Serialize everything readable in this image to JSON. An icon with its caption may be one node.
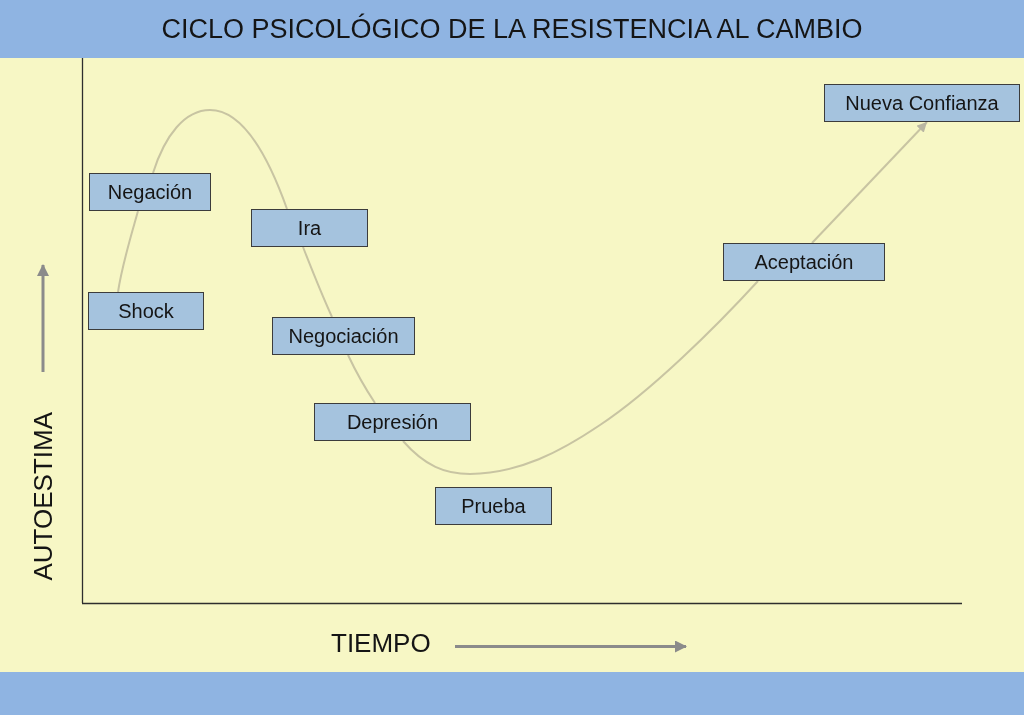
{
  "diagram": {
    "title": "CICLO PSICOLÓGICO DE LA RESISTENCIA AL CAMBIO",
    "nodes": [
      {
        "text": [
          "Shock"
        ]
      },
      {
        "text": [
          "Negación"
        ]
      },
      {
        "text": [
          "Ira"
        ]
      },
      {
        "text": [
          "Negociación"
        ]
      },
      {
        "text": [
          "Depresión"
        ]
      },
      {
        "text": [
          "Prueba"
        ]
      },
      {
        "text": [
          "Aceptación"
        ]
      },
      {
        "text": [
          "Nueva Confianza"
        ]
      }
    ],
    "edges": [
      {
        "from": 0,
        "to": 1,
        "arrow": "none"
      },
      {
        "from": 1,
        "to": 2,
        "arrow": "none"
      },
      {
        "from": 2,
        "to": 3,
        "arrow": "none"
      },
      {
        "from": 3,
        "to": 4,
        "arrow": "none"
      },
      {
        "from": 4,
        "to": 6,
        "arrow": "none"
      },
      {
        "from": 6,
        "to": 7,
        "arrow": "to"
      }
    ],
    "labels": [
      "AUTOESTIMA",
      "TIEMPO"
    ]
  }
}
